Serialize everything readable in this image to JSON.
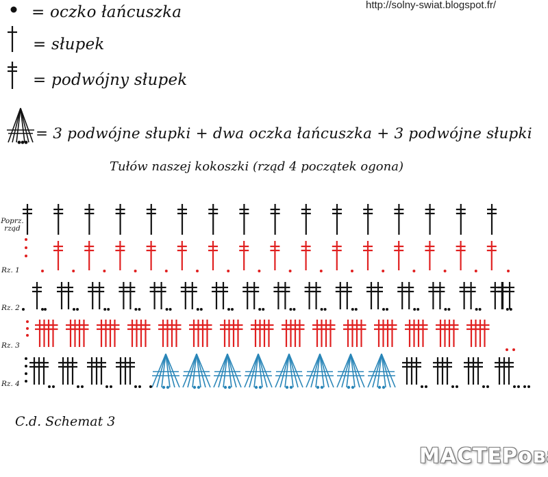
{
  "source_url": "http://solny-swiat.blogspot.fr/",
  "legend": [
    {
      "symbol": "chain-dot",
      "text": "= oczko łańcuszka"
    },
    {
      "symbol": "double-crochet",
      "text": "= słupek"
    },
    {
      "symbol": "treble-crochet",
      "text": "= podwójny słupek"
    },
    {
      "symbol": "fan-cluster",
      "text": "= 3 podwójne słupki + dwa oczka łańcuszka + 3 podwójne słupki"
    }
  ],
  "title": "Tułów naszej kokoszki (rząd 4 początek ogona)",
  "row_labels": {
    "previous_row": "Poprz. rząd",
    "row1": "Rz. 1",
    "row2": "Rz. 2",
    "row3": "Rz. 3",
    "row4": "Rz. 4"
  },
  "footer_caption": "C.d. Schemat 3",
  "watermark": "МАСТЕРовая",
  "colors": {
    "black": "#111111",
    "red": "#e02020",
    "blue": "#2a86b8",
    "text": "#111111"
  }
}
